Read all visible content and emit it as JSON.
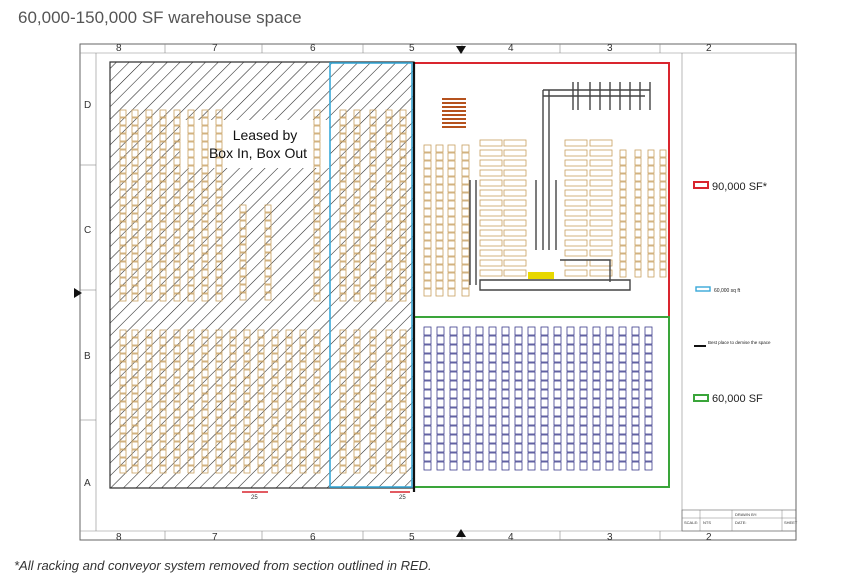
{
  "page_title": "60,000-150,000 SF warehouse space",
  "footnote": "*All racking and conveyor system removed from section outlined in RED.",
  "plan": {
    "leased_label_line1": "Leased by",
    "leased_label_line2": "Box In, Box Out",
    "column_labels": [
      "8",
      "7",
      "6",
      "5",
      "4",
      "3",
      "2"
    ],
    "row_labels": [
      "D",
      "C",
      "B",
      "A"
    ],
    "dimension_marks": [
      "25",
      "25"
    ],
    "title_block": [
      "DRAWN BY:",
      "SCALE:",
      "NTS",
      "DATE:",
      "SHEET"
    ]
  },
  "legend": {
    "red_label": "90,000 SF*",
    "blue_label": "60,000 sq ft",
    "black_label": "Best place to demise the space",
    "green_label": "60,000 SF"
  },
  "colors": {
    "red": "#d9252e",
    "blue": "#39a9d8",
    "green": "#3aa53a",
    "rack_tan": "#c8a060",
    "rack_blue": "#3c3c8c",
    "conveyor": "#444444",
    "yellow": "#e8d800"
  }
}
